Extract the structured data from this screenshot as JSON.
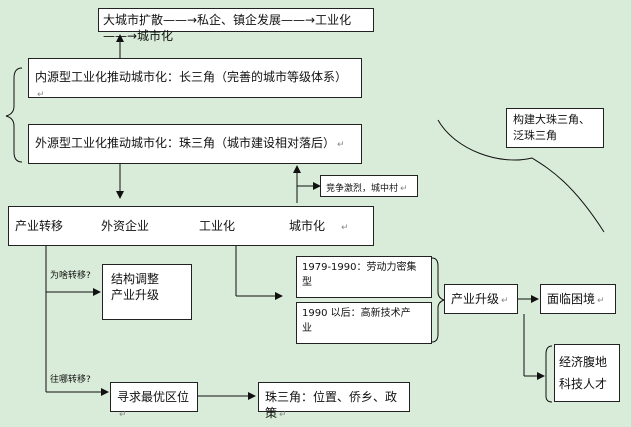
{
  "boxes": {
    "top": "大城市扩散——→私企、镇企发展——→工业化——→城市化",
    "inner": "内源型工业化推动城市化：长三角（完善的城市等级体系）",
    "outer": "外源型工业化推动城市化：珠三角（城市建设相对落后）",
    "competition": "竞争激烈，城中村",
    "main_chain": {
      "a": "产业转移",
      "b": "外资企业",
      "c": "工业化",
      "d": "城市化"
    },
    "structure": [
      "结构调整",
      "产业升级"
    ],
    "p1979": [
      "1979-1990：劳动力密集",
      "型"
    ],
    "p1990": [
      "1990 以后：高新技术产",
      "业"
    ],
    "upgrade": "产业升级",
    "dilemma": "面临困境",
    "talent": [
      "经济腹地",
      "科技人才"
    ],
    "optimal": "寻求最优区位",
    "zsj": "珠三角：位置、侨乡、政策",
    "build": [
      "构建大珠三角、",
      "泛珠三角"
    ]
  },
  "labels": {
    "why": "为啥转移?",
    "where": "往哪转移?"
  },
  "paragraph_mark": "↵"
}
